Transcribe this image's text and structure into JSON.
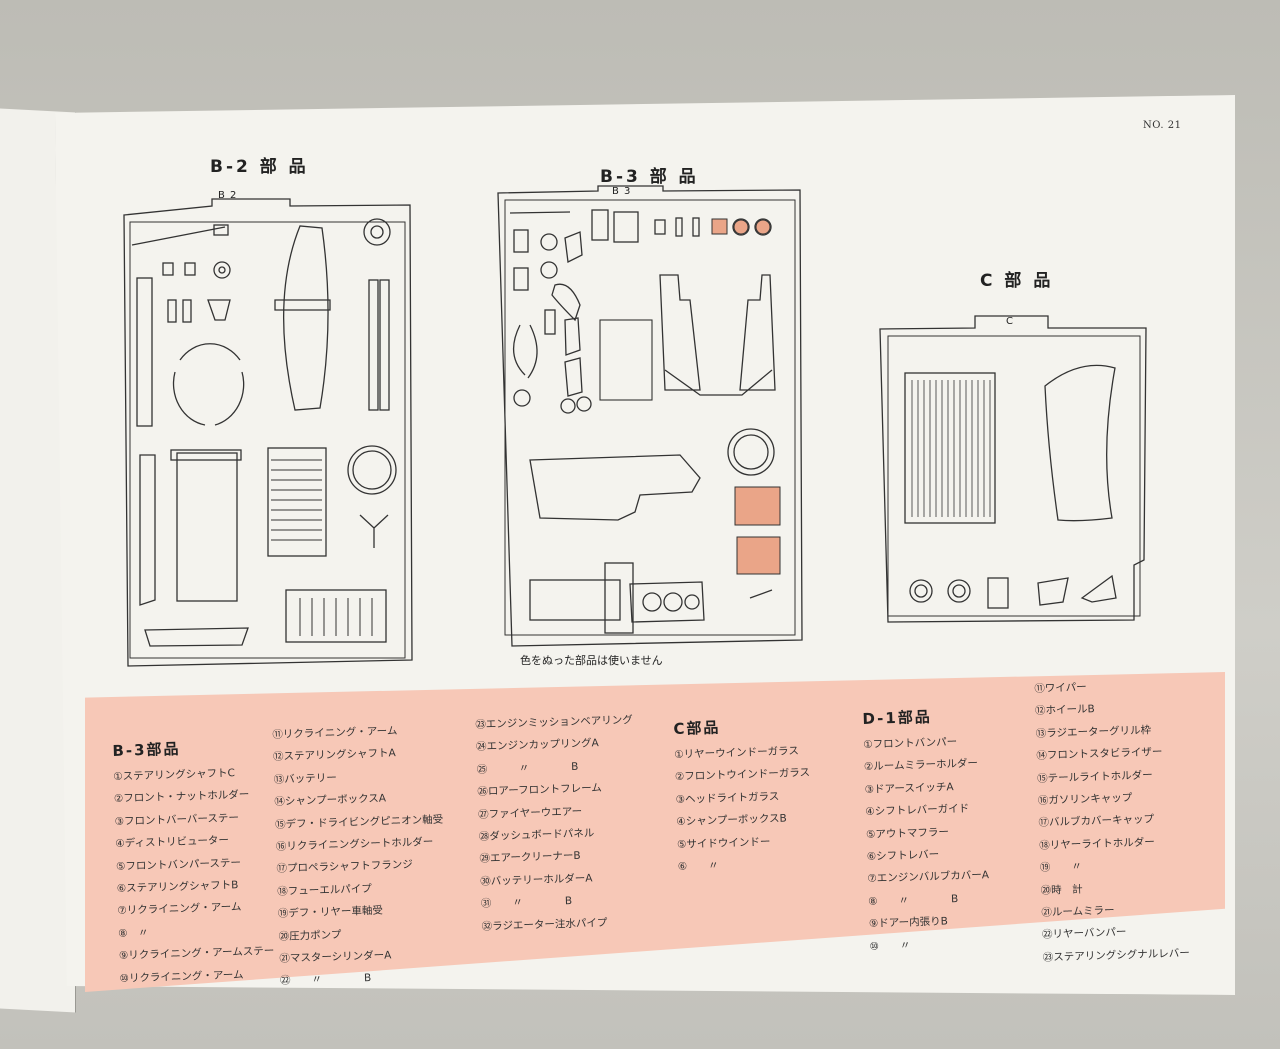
{
  "page_number": "NO. 21",
  "diagram_headings": {
    "b2": "B-2 部 品",
    "b3": "B-3 部 品",
    "c": "C 部 品"
  },
  "frame_tags": {
    "b2": "B 2",
    "b3": "B 3",
    "c": "C"
  },
  "diagram_note": "色をぬった部品は使いません",
  "lists": [
    {
      "heading": "B-3部品",
      "items": [
        "①ステアリングシャフトC",
        "②フロント・ナットホルダー",
        "③フロントバーバーステー",
        "④ディストリビューター",
        "⑤フロントバンパーステー",
        "⑥ステアリングシャフトB",
        "⑦リクライニング・アーム",
        "⑧　〃",
        "⑨リクライニング・アームステー",
        "⑩リクライニング・アーム"
      ]
    },
    {
      "heading": "",
      "items": [
        "⑪リクライニング・アーム",
        "⑫ステアリングシャフトA",
        "⑬バッテリー",
        "⑭シャンプーボックスA",
        "⑮デフ・ドライビングピニオン軸受",
        "⑯リクライニングシートホルダー",
        "⑰プロペラシャフトフランジ",
        "⑱フューエルパイプ",
        "⑲デフ・リヤー車軸受",
        "⑳圧力ポンプ",
        "㉑マスターシリンダーA",
        "㉒　　〃　　　　B"
      ]
    },
    {
      "heading": "",
      "items": [
        "㉓エンジンミッションベアリング",
        "㉔エンジンカップリングA",
        "㉕　　　〃　　　　B",
        "㉖ロアーフロントフレーム",
        "㉗ファイヤーウエアー",
        "㉘ダッシュボードパネル",
        "㉙エアークリーナーB",
        "㉚バッテリーホルダーA",
        "㉛　　〃　　　　B",
        "㉜ラジエーター注水パイプ"
      ]
    },
    {
      "heading": "C部品",
      "items": [
        "①リヤーウインドーガラス",
        "②フロントウインドーガラス",
        "③ヘッドライトガラス",
        "④シャンプーボックスB",
        "⑤サイドウインドー",
        "⑥　　〃"
      ]
    },
    {
      "heading": "D-1部品",
      "items": [
        "①フロントバンパー",
        "②ルームミラーホルダー",
        "③ドアースイッチA",
        "④シフトレバーガイド",
        "⑤アウトマフラー",
        "⑥シフトレバー",
        "⑦エンジンバルブカバーA",
        "⑧　　〃　　　　B",
        "⑨ドアー内張りB",
        "⑩　　〃"
      ]
    },
    {
      "heading": "",
      "items": [
        "⑪ワイパー",
        "⑫ホイールB",
        "⑬ラジエーターグリル枠",
        "⑭フロントスタビライザー",
        "⑮テールライトホルダー",
        "⑯ガソリンキャップ",
        "⑰バルブカバーキャップ",
        "⑱リヤーライトホルダー",
        "⑲　　〃",
        "⑳時　計",
        "㉑ルームミラー",
        "㉒リヤーバンパー",
        "㉓ステアリングシグナルレバー"
      ]
    }
  ]
}
